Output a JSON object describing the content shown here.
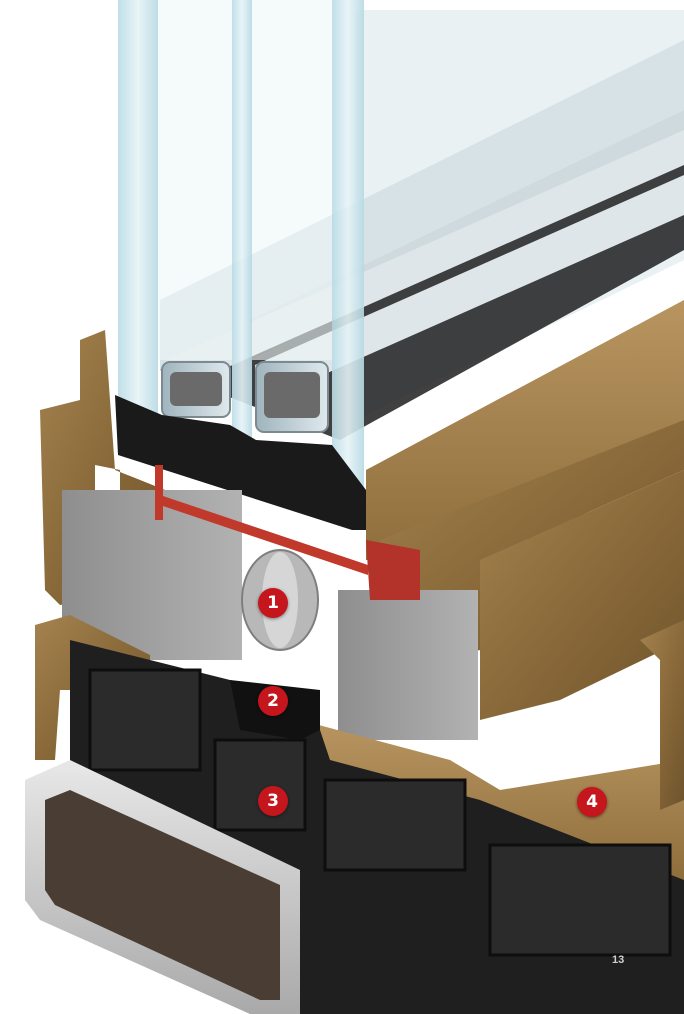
{
  "colors": {
    "marker": "#c4161c",
    "wood": "#8a6a3a",
    "glass": "#cfe6ee",
    "pvc_dark": "#1b1b1b",
    "aluminium": "#c9c9c9",
    "grey_block": "#9a9a9a",
    "seal_red": "#c0392b"
  },
  "markers": [
    {
      "label": "1"
    },
    {
      "label": "2"
    },
    {
      "label": "3"
    },
    {
      "label": "4"
    }
  ],
  "page_number": "13"
}
